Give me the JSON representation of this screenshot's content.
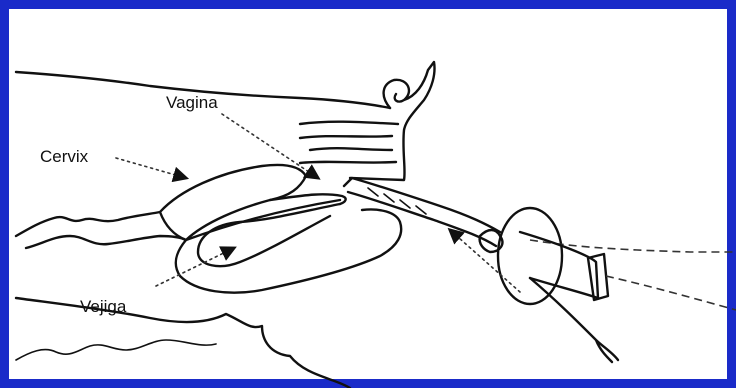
{
  "labels": {
    "vagina": "Vagina",
    "cervix": "Cervix",
    "vejiga": "Vejiga"
  },
  "colors": {
    "border": "#1a2bc9",
    "ink": "#111111",
    "background": "#ffffff"
  }
}
